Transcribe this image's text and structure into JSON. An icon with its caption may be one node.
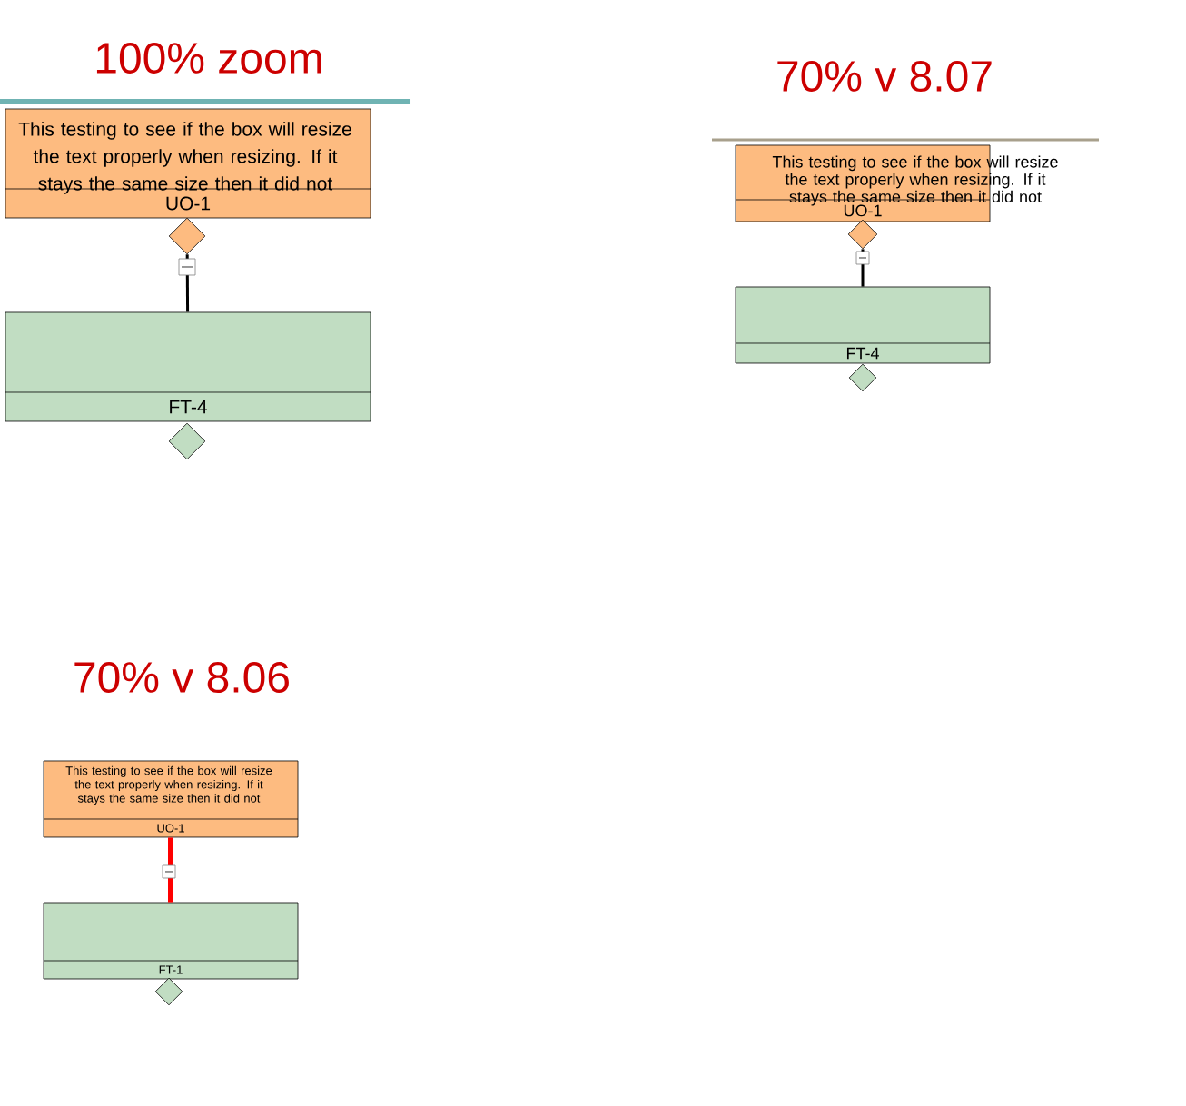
{
  "diagram": {
    "nodes": [
      {
        "text": [
          "This testing to see if the box will resize the text properly when resizing. If it stays the same size then it did not",
          "UO-1"
        ]
      },
      {
        "text": [],
        "shape": "diamond"
      },
      {
        "text": [
          "FT-4"
        ]
      },
      {
        "text": [],
        "shape": "diamond"
      },
      {
        "text": [
          "This testing to see if the box will resize the text properly when resizing. If it stays the same size then it did not",
          "UO-1"
        ]
      },
      {
        "text": [],
        "shape": "diamond"
      },
      {
        "text": [
          "FT-4"
        ]
      },
      {
        "text": [],
        "shape": "diamond"
      },
      {
        "text": [
          "This testing to see if the box will resize the text properly when resizing. If it stays the same size then it did not",
          "UO-1"
        ]
      },
      {
        "text": [
          "FT-1"
        ]
      },
      {
        "text": [],
        "shape": "diamond"
      }
    ],
    "edges": [
      {
        "from": 1,
        "to": 2,
        "arrow": "none"
      },
      {
        "from": 5,
        "to": 6,
        "arrow": "none"
      },
      {
        "from": 8,
        "to": 9,
        "arrow": "none",
        "style": "thick",
        "color": "#ff0000"
      }
    ],
    "labels": [
      "100% zoom",
      "70% v 8.07",
      "70% v 8.06"
    ]
  }
}
